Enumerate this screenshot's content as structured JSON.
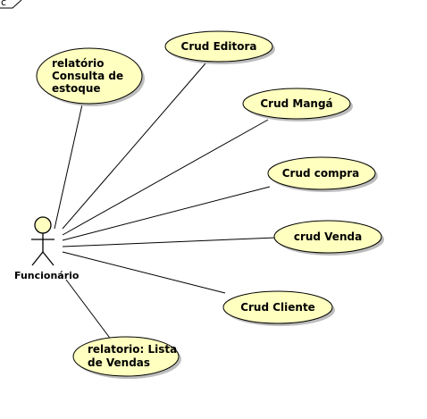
{
  "diagram": {
    "frame_tag": "uc",
    "actor": {
      "name": "Funcionário"
    },
    "use_cases": [
      {
        "id": "uc-relatorio-estoque",
        "lines": [
          "relatório",
          "Consulta de",
          "estoque"
        ]
      },
      {
        "id": "uc-crud-editora",
        "lines": [
          "Crud Editora"
        ]
      },
      {
        "id": "uc-crud-manga",
        "lines": [
          "Crud Mangá"
        ]
      },
      {
        "id": "uc-crud-compra",
        "lines": [
          "Crud compra"
        ]
      },
      {
        "id": "uc-crud-venda",
        "lines": [
          "crud Venda"
        ]
      },
      {
        "id": "uc-crud-cliente",
        "lines": [
          "Crud Cliente"
        ]
      },
      {
        "id": "uc-relatorio-vendas",
        "lines": [
          "relatorio: Lista",
          "de Vendas"
        ]
      }
    ],
    "colors": {
      "use_case_fill": "#FFFFC0",
      "stroke": "#000000",
      "shadow": "#BDBDBD",
      "background": "#FFFFFF"
    }
  }
}
